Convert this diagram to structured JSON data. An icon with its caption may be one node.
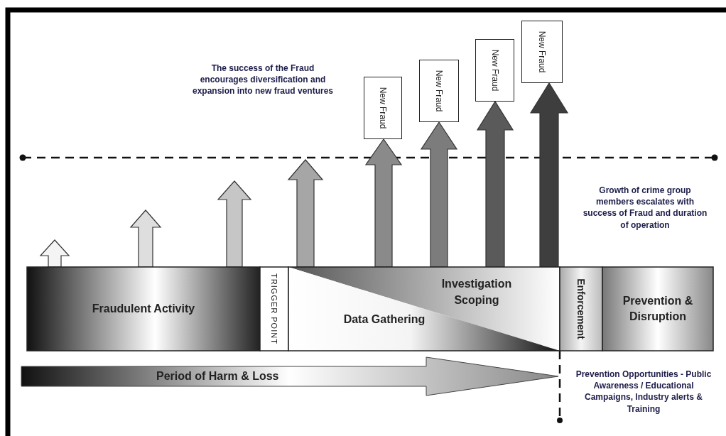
{
  "diagram": {
    "nodes": [
      {
        "text": [
          "Fraudulent Activity"
        ]
      },
      {
        "text": [
          "TRIGGER POINT"
        ]
      },
      {
        "text": [
          "Investigation Scoping",
          "Data Gathering"
        ]
      },
      {
        "text": [
          "Enforcement"
        ]
      },
      {
        "text": [
          "Prevention & Disruption"
        ]
      },
      {
        "text": [
          "New Fraud"
        ]
      },
      {
        "text": [
          "New Fraud"
        ]
      },
      {
        "text": [
          "New Fraud"
        ]
      },
      {
        "text": [
          "New Fraud"
        ]
      },
      {
        "text": [
          "Period of Harm & Loss"
        ]
      }
    ],
    "edges": [
      {
        "from": 0,
        "to": null,
        "arrow": "to",
        "style": "thick",
        "color": "#f4f4f4"
      },
      {
        "from": 0,
        "to": null,
        "arrow": "to",
        "style": "thick",
        "color": "#dedede"
      },
      {
        "from": 0,
        "to": null,
        "arrow": "to",
        "style": "thick",
        "color": "#c6c6c6"
      },
      {
        "from": 2,
        "to": null,
        "arrow": "to",
        "style": "thick",
        "color": "#a6a6a6"
      },
      {
        "from": 2,
        "to": 5,
        "arrow": "to",
        "style": "thick",
        "color": "#8a8a8a"
      },
      {
        "from": 2,
        "to": 6,
        "arrow": "to",
        "style": "thick",
        "color": "#7c7c7c"
      },
      {
        "from": 2,
        "to": 7,
        "arrow": "to",
        "style": "thick",
        "color": "#5a5a5a"
      },
      {
        "from": 2,
        "to": 8,
        "arrow": "to",
        "style": "thick",
        "color": "#3e3e3e"
      }
    ],
    "labels": [
      "The success of the Fraud encourages diversification and expansion into new fraud ventures",
      "Growth of crime group members escalates with success of Fraud and duration of operation",
      "Prevention Opportunities - Public Awareness / Educational Campaigns, Industry alerts & Training"
    ]
  }
}
